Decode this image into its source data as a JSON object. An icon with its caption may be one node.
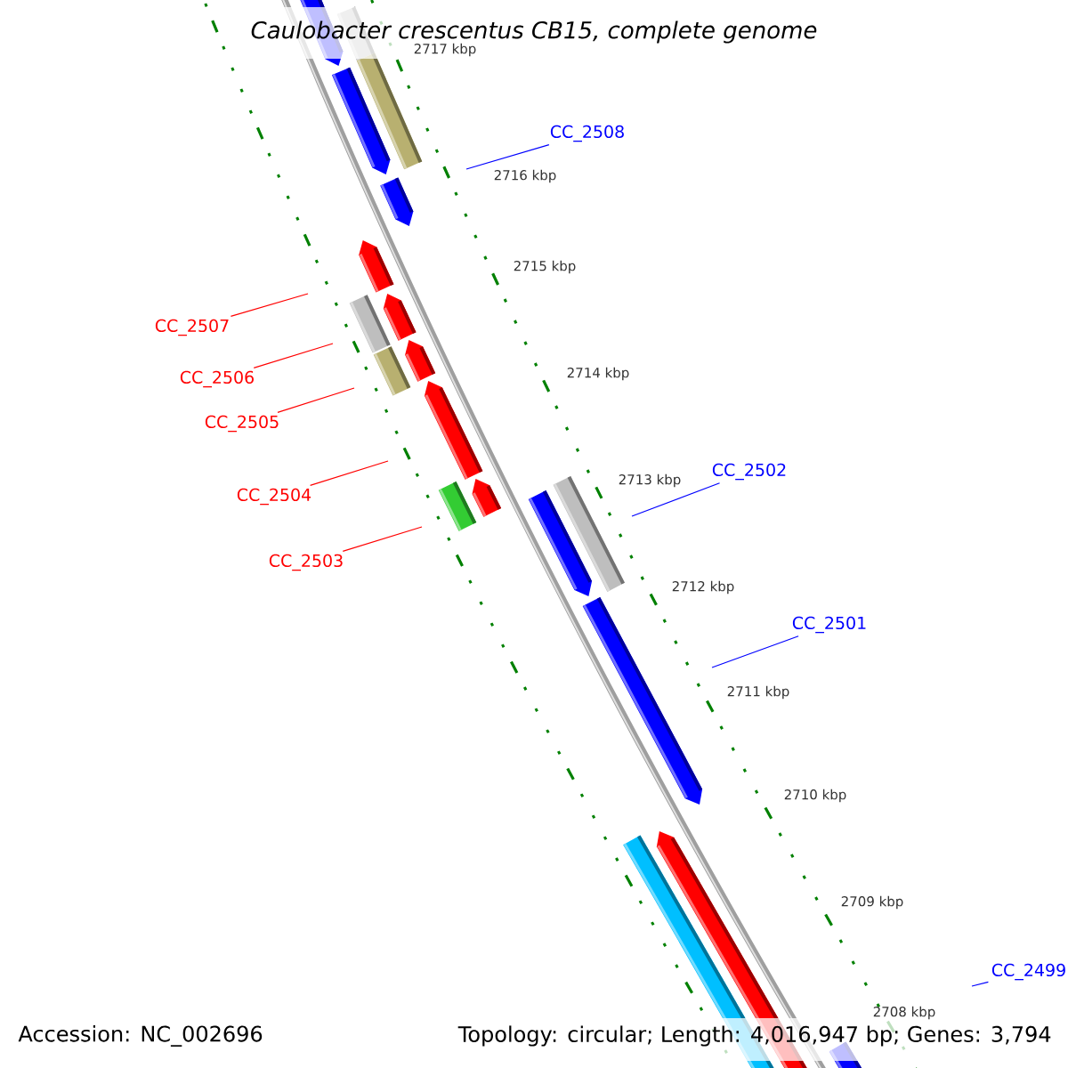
{
  "diagram": {
    "title": "Caulobacter crescentus CB15, complete genome",
    "nodes": [
      {
        "text": [
          "CC_2508"
        ]
      },
      {
        "text": [
          "CC_2507"
        ]
      },
      {
        "text": [
          "CC_2506"
        ]
      },
      {
        "text": [
          "CC_2505"
        ]
      },
      {
        "text": [
          "CC_2504"
        ]
      },
      {
        "text": [
          "CC_2503"
        ]
      },
      {
        "text": [
          "CC_2502"
        ]
      },
      {
        "text": [
          "CC_2501"
        ]
      },
      {
        "text": [
          "CC_2499"
        ]
      }
    ],
    "edges": [
      {
        "from": 0,
        "to": null,
        "arrow": "none",
        "color": "#0000ff"
      },
      {
        "from": 1,
        "to": null,
        "arrow": "none"
      },
      {
        "from": 2,
        "to": null,
        "arrow": "none"
      },
      {
        "from": 3,
        "to": null,
        "arrow": "none"
      },
      {
        "from": 4,
        "to": null,
        "arrow": "none"
      },
      {
        "from": 5,
        "to": null,
        "arrow": "none"
      },
      {
        "from": 6,
        "to": null,
        "arrow": "none",
        "color": "#0000ff"
      },
      {
        "from": 7,
        "to": null,
        "arrow": "none",
        "color": "#0000ff"
      },
      {
        "from": 8,
        "to": null,
        "arrow": "none",
        "color": "#0000ff"
      }
    ],
    "labels": [
      "2717 kbp",
      "2716 kbp",
      "2715 kbp",
      "2714 kbp",
      "2713 kbp",
      "2712 kbp",
      "2711 kbp",
      "2710 kbp",
      "2709 kbp",
      "2708 kbp",
      "Accession: NC_002696",
      "Topology: circular; Length: 4,016,947 bp; Genes: 3,794"
    ]
  }
}
